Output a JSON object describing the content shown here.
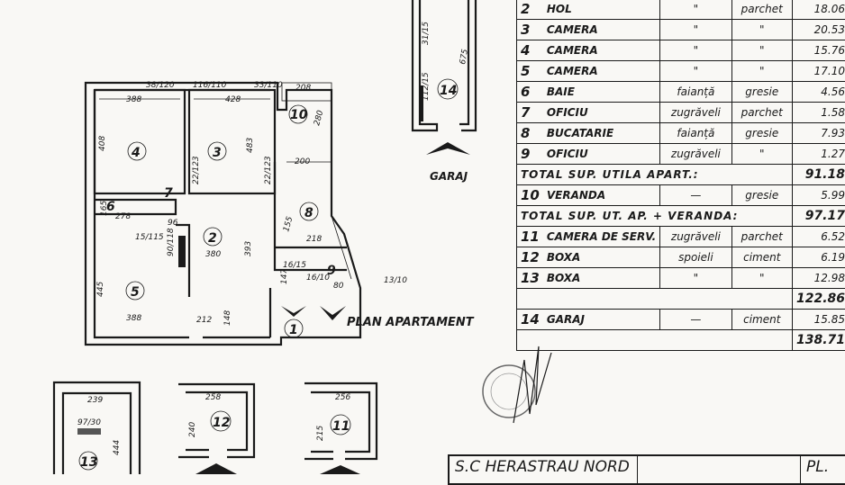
{
  "plan": {
    "title": "PLAN APARTAMENT",
    "garage_title": "GARAJ",
    "rooms": {
      "r1": "1",
      "r2": "2",
      "r3": "3",
      "r4": "4",
      "r5": "5",
      "r6": "6",
      "r7": "7",
      "r8": "8",
      "r9": "9",
      "r10": "10",
      "r11": "11",
      "r12": "12",
      "r13": "13",
      "r14": "14"
    },
    "dims": {
      "d1": "38/120",
      "d2": "116/110",
      "d3": "33/110",
      "d4": "208",
      "d5": "388",
      "d6": "428",
      "d7": "280",
      "d8": "408",
      "d9": "483",
      "d10": "22/123",
      "d11": "22/123",
      "d12": "200",
      "d13": "278",
      "d14": "96",
      "d15": "15/115",
      "d16": "90/118",
      "d17": "393",
      "d18": "380",
      "d19": "218",
      "d20": "16/15",
      "d21": "147",
      "d22": "16/10",
      "d23": "80",
      "d24": "13/10",
      "d25": "445",
      "d26": "388",
      "d27": "212",
      "d28": "148",
      "d29": "155",
      "d30": "165",
      "g1": "31/15",
      "g2": "112/15",
      "g3": "675",
      "b1": "239",
      "b2": "97/30",
      "b3": "444",
      "b4": "258",
      "b5": "240",
      "b6": "256",
      "b7": "215"
    }
  },
  "table": {
    "rows": [
      {
        "nr": "2",
        "name": "HOL",
        "walls": "\"",
        "floor": "parchet",
        "area": "18.06"
      },
      {
        "nr": "3",
        "name": "CAMERA",
        "walls": "\"",
        "floor": "\"",
        "area": "20.53"
      },
      {
        "nr": "4",
        "name": "CAMERA",
        "walls": "\"",
        "floor": "\"",
        "area": "15.76"
      },
      {
        "nr": "5",
        "name": "CAMERA",
        "walls": "\"",
        "floor": "\"",
        "area": "17.10"
      },
      {
        "nr": "6",
        "name": "BAIE",
        "walls": "faianță",
        "floor": "gresie",
        "area": "4.56"
      },
      {
        "nr": "7",
        "name": "OFICIU",
        "walls": "zugrăveli",
        "floor": "parchet",
        "area": "1.58"
      },
      {
        "nr": "8",
        "name": "BUCATARIE",
        "walls": "faianță",
        "floor": "gresie",
        "area": "7.93"
      },
      {
        "nr": "9",
        "name": "OFICIU",
        "walls": "zugrăveli",
        "floor": "\"",
        "area": "1.27"
      }
    ],
    "total1_label": "TOTAL SUP. UTILA APART.:",
    "total1": "91.18",
    "veranda": {
      "nr": "10",
      "name": "VERANDA",
      "walls": "—",
      "floor": "gresie",
      "area": "5.99"
    },
    "total2_label": "TOTAL SUP. UT. AP. + VERANDA:",
    "total2": "97.17",
    "rows2": [
      {
        "nr": "11",
        "name": "CAMERA DE SERV.",
        "walls": "zugrăveli",
        "floor": "parchet",
        "area": "6.52"
      },
      {
        "nr": "12",
        "name": "BOXA",
        "walls": "spoieli",
        "floor": "ciment",
        "area": "6.19"
      },
      {
        "nr": "13",
        "name": "BOXA",
        "walls": "\"",
        "floor": "\"",
        "area": "12.98"
      }
    ],
    "total3": "122.86",
    "garaj": {
      "nr": "14",
      "name": "GARAJ",
      "walls": "—",
      "floor": "ciment",
      "area": "15.85"
    },
    "total4": "138.71"
  },
  "title_block": {
    "company": "S.C HERASTRAU NORD",
    "sheet": "PL."
  }
}
